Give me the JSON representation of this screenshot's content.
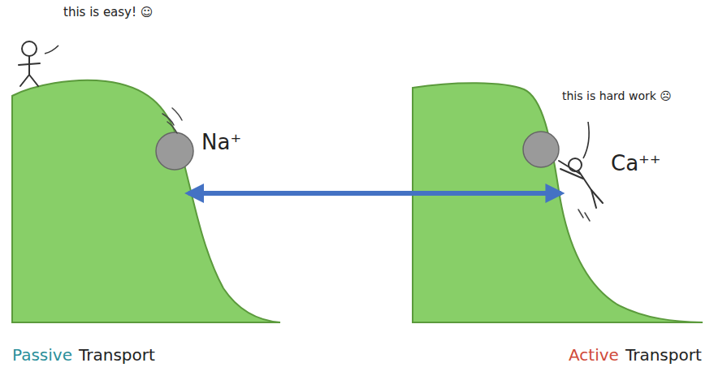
{
  "diagram": {
    "nodes": [
      {
        "text": [
          "Passive",
          "Transport"
        ]
      },
      {
        "text": [
          "Active",
          "Transport"
        ]
      }
    ],
    "edges": [
      {
        "from": 0,
        "to": 1,
        "arrow": "both"
      }
    ],
    "labels": [
      "this is easy! ☺",
      "Na⁺",
      "this is hard work ☹",
      "Ca⁺⁺"
    ]
  }
}
